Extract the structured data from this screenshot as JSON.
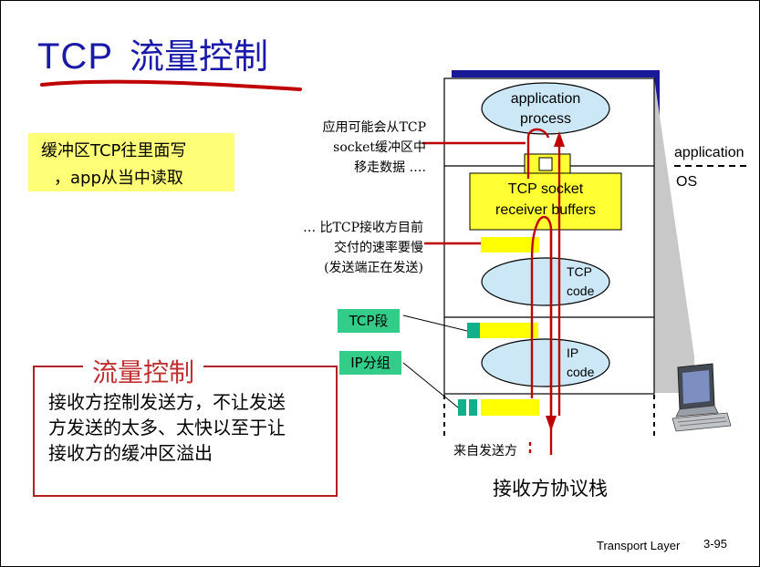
{
  "title": {
    "tcp": "TCP",
    "cn": "流量控制"
  },
  "note": {
    "line1": "缓冲区TCP往里面写",
    "line2": "，app从当中读取"
  },
  "annotations": {
    "app_remove": [
      "应用可能会从TCP",
      "socket缓冲区中",
      "移走数据 …."
    ],
    "slower": [
      "… 比TCP接收方目前",
      "交付的速率要慢",
      "(发送端正在发送)"
    ]
  },
  "stack": {
    "app_process": [
      "application",
      "process"
    ],
    "tcp_buffers": [
      "TCP socket",
      "receiver buffers"
    ],
    "tcp_code": [
      "TCP",
      "code"
    ],
    "ip_code": [
      "IP",
      "code"
    ],
    "side_application": "application",
    "side_os": "OS",
    "from_sender": "来自发送方",
    "caption": "接收方协议栈"
  },
  "labels": {
    "tcp_segment": "TCP段",
    "ip_packet": "IP分组"
  },
  "flow_control": {
    "title": "流量控制",
    "lines": [
      "接收方控制发送方，不让发送",
      "方发送的太多、太快以至于让",
      "接收方的缓冲区溢出"
    ]
  },
  "footer": {
    "course": "Transport Layer",
    "page": "3-95"
  },
  "colors": {
    "title_blue": "#1a1aa8",
    "accent_red": "#c00000",
    "highlight_yellow": "#ffff00",
    "ellipse_fill": "#cce8f6",
    "segment_green": "#33cc88"
  }
}
